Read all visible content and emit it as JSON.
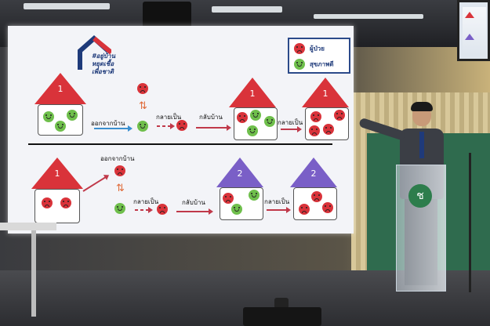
{
  "logo": {
    "lines": [
      "#อยู่บ้าน",
      "หยุดเชื้อ",
      "เพื่อชาติ"
    ]
  },
  "legend": {
    "patient_label": "ผู้ป่วย",
    "healthy_label": "สุขภาพดี"
  },
  "top_row": {
    "house1_number": "1",
    "leave_label": "ออกจากบ้าน",
    "become_label": "กลายเป็น",
    "return_label": "กลับบ้าน",
    "house2_number": "1",
    "become_label2": "กลายเป็น",
    "house3_number": "1"
  },
  "bottom_row": {
    "leave_label": "ออกจากบ้าน",
    "house1_number": "1",
    "become_label": "กลายเป็น",
    "return_label": "กลับบ้าน",
    "house2_number": "2",
    "become_label2": "กลายเป็น",
    "house3_number": "2"
  },
  "colors": {
    "red_face": "#d9333a",
    "green_face": "#6fbf4c",
    "red_roof": "#d9333a",
    "purple_roof": "#7a5fc7",
    "brand": "#1e3a7a"
  },
  "podium_logo": "ช"
}
